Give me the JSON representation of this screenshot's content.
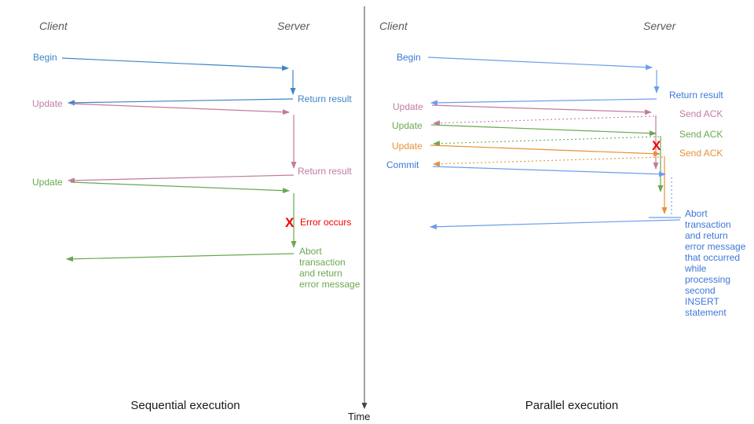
{
  "colors": {
    "blue": "#3c78d8",
    "blue_left": "#3d85c6",
    "blue_light": "#6d9eeb",
    "pink": "#c27ba0",
    "green": "#6aa84f",
    "orange": "#e69138",
    "red": "#f00000",
    "axis": "#434343",
    "header": "#595959",
    "text_dark": "#1a1a1a"
  },
  "time_axis": {
    "label": "Time"
  },
  "left": {
    "caption": "Sequential execution",
    "client_header": "Client",
    "server_header": "Server",
    "begin": "Begin",
    "return1": "Return result",
    "update1": "Update",
    "return2": "Return result",
    "update2": "Update",
    "error_mark": "X",
    "error_label": "Error occurs",
    "abort_lines": [
      "Abort",
      "transaction",
      "and return",
      "error message"
    ]
  },
  "right": {
    "caption": "Parallel execution",
    "client_header": "Client",
    "server_header": "Server",
    "begin": "Begin",
    "return1": "Return result",
    "update1": "Update",
    "ack1": "Send ACK",
    "update2": "Update",
    "ack2": "Send ACK",
    "update3": "Update",
    "ack3": "Send ACK",
    "commit": "Commit",
    "error_mark": "X",
    "abort_lines": [
      "Abort",
      "transaction",
      "and return",
      "error message",
      "that occurred",
      "while",
      "processing",
      "second",
      "INSERT",
      "statement"
    ]
  }
}
